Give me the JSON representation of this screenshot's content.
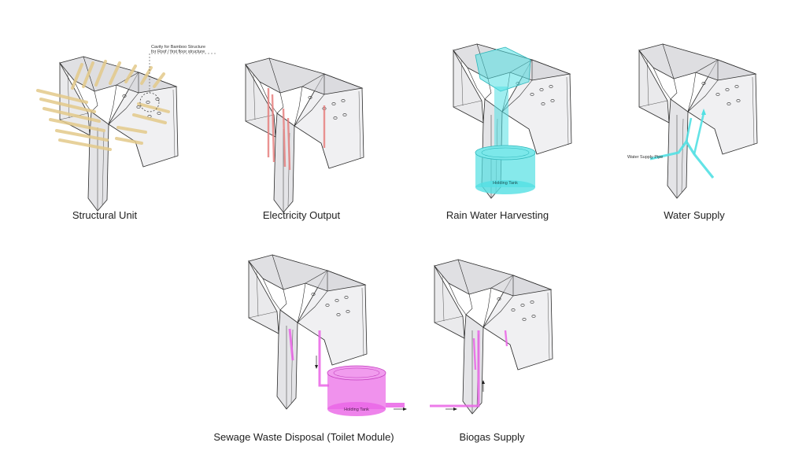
{
  "colors": {
    "shell_fill": "#d9d9dd",
    "shell_stroke": "#2b2b2b",
    "bamboo": "#e3c98a",
    "electric": "#e6807f",
    "water": "#52e0e3",
    "sewage": "#ea64e6"
  },
  "panels": [
    {
      "id": "structural",
      "caption": "Structural Unit",
      "annotation_line1": "Cavity for Bamboo Structure",
      "annotation_line2": "for Roof / first floor structure"
    },
    {
      "id": "electricity",
      "caption": "Electricity Output"
    },
    {
      "id": "rain",
      "caption": "Rain Water Harvesting",
      "tank_label": "Holding Tank"
    },
    {
      "id": "water",
      "caption": "Water Supply",
      "pipe_label": "Water Supply Pipe"
    },
    {
      "id": "sewage",
      "caption": "Sewage Waste Disposal (Toilet Module)",
      "tank_label": "Holding Tank"
    },
    {
      "id": "biogas",
      "caption": "Biogas Supply"
    }
  ]
}
